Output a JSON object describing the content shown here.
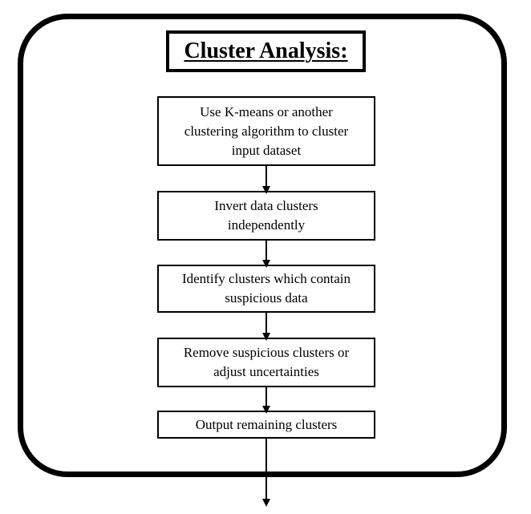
{
  "title": "Cluster Analysis:",
  "steps": [
    {
      "text": "Use K-means or another\nclustering algorithm to cluster\ninput dataset"
    },
    {
      "text": "Invert data clusters\nindependently"
    },
    {
      "text": "Identify clusters which contain\nsuspicious data"
    },
    {
      "text": "Remove suspicious clusters or\nadjust uncertainties"
    },
    {
      "text": "Output remaining clusters"
    }
  ],
  "colors": {
    "stroke": "#000000",
    "background": "#ffffff"
  }
}
